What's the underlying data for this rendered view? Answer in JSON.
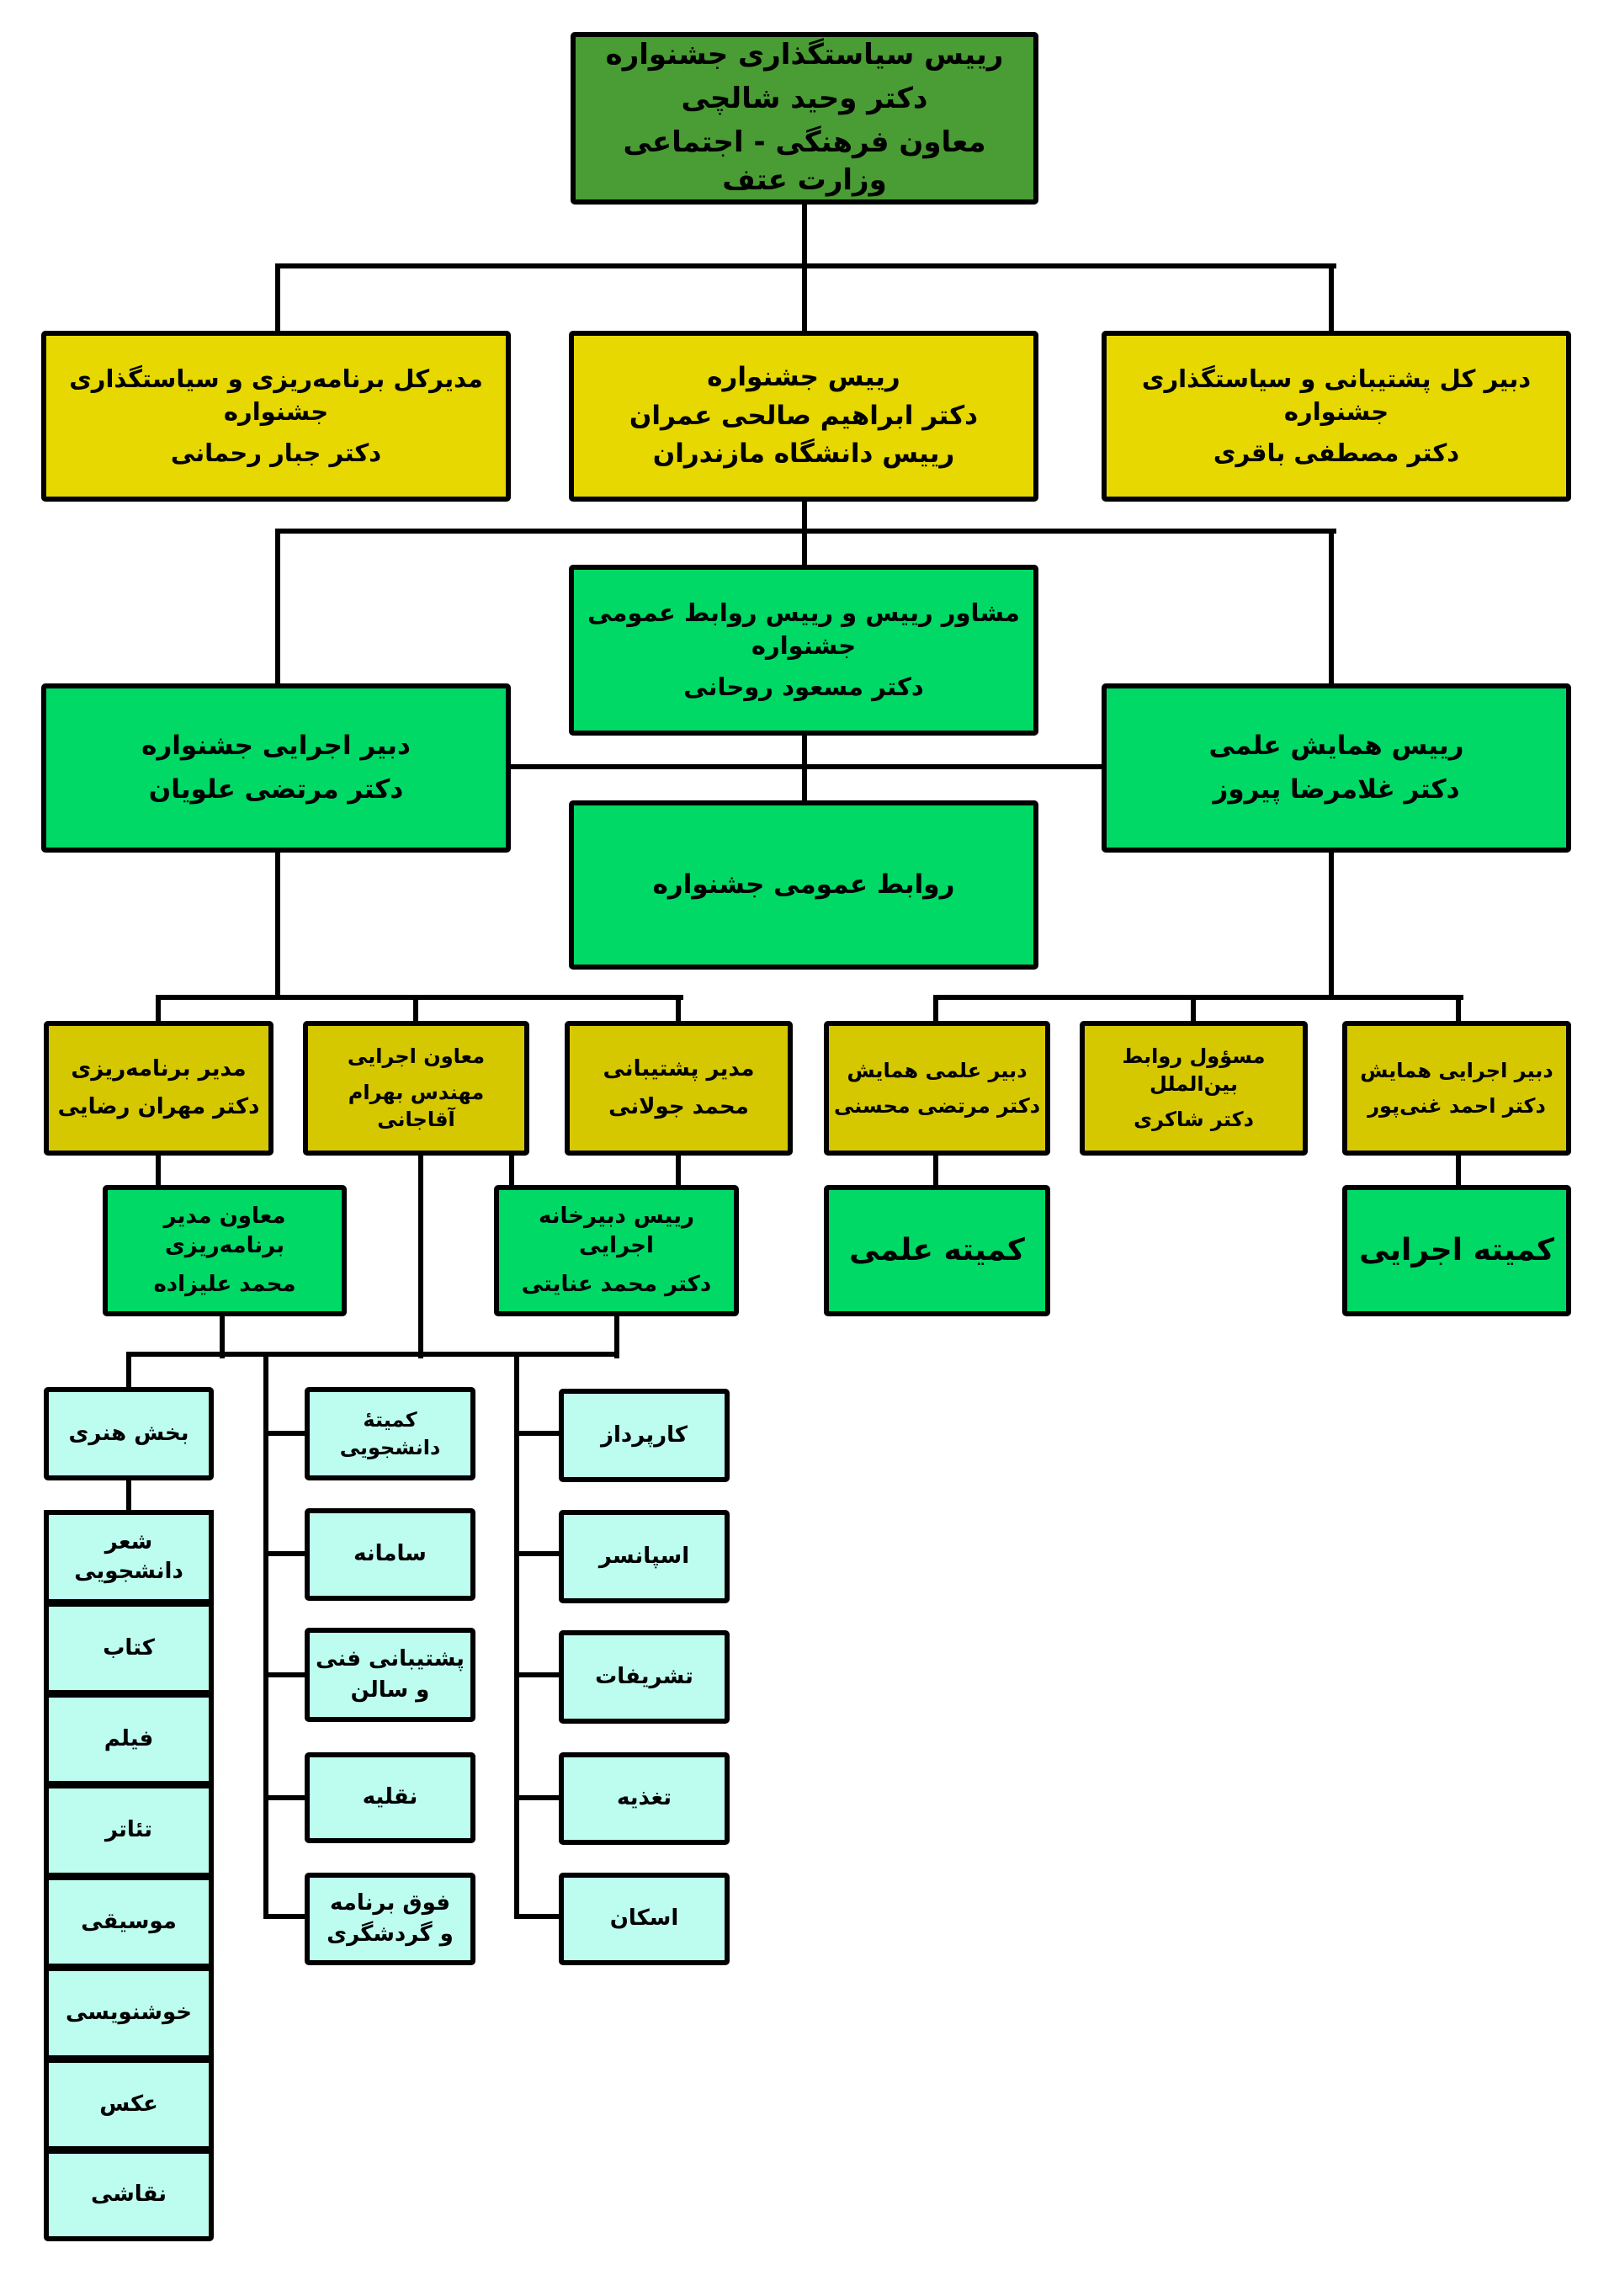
{
  "top": {
    "lines": [
      "رییس سیاستگذاری جشنواره",
      "دکتر وحید شالچی",
      "معاون فرهنگی - اجتماعی وزارت عتف"
    ]
  },
  "level2": {
    "left": {
      "lines": [
        "مدیرکل برنامه‌ریزی و سیاستگذاری جشنواره",
        "دکتر جبار رحمانی"
      ]
    },
    "center": {
      "lines": [
        "رییس جشنواره",
        "دکتر ابراهیم صالحی عمران",
        "رییس دانشگاه مازندران"
      ]
    },
    "right": {
      "lines": [
        "دبیر کل پشتیبانی و سیاستگذاری جشنواره",
        "دکتر مصطفی باقری"
      ]
    }
  },
  "level3": {
    "advisor": {
      "lines": [
        "مشاور رییس و رییس روابط عمومی جشنواره",
        "دکتر مسعود روحانی"
      ]
    },
    "exec_secretary": {
      "lines": [
        "دبیر اجرایی جشنواره",
        "دکتر مرتضی علویان"
      ]
    },
    "conference_head": {
      "lines": [
        "رییس همایش علمی",
        "دکتر غلامرضا پیروز"
      ]
    },
    "public_relations": {
      "lines": [
        "روابط عمومی جشنواره"
      ]
    }
  },
  "level4": [
    {
      "lines": [
        "مدیر برنامه‌ریزی",
        "دکتر مهران رضایی"
      ]
    },
    {
      "lines": [
        "معاون اجرایی",
        "مهندس بهرام آقاجانی"
      ]
    },
    {
      "lines": [
        "مدیر پشتیبانی",
        "محمد جولانی"
      ]
    },
    {
      "lines": [
        "دبیر علمی همایش",
        "دکتر مرتضی محسنی"
      ]
    },
    {
      "lines": [
        "مسؤول روابط بین‌الملل",
        "دکتر شاکری"
      ]
    },
    {
      "lines": [
        "دبیر اجرایی همایش",
        "دکتر احمد غنی‌پور"
      ]
    }
  ],
  "level5": [
    {
      "lines": [
        "معاون مدیر برنامه‌ریزی",
        "محمد علیزاده"
      ]
    },
    {
      "lines": [
        "رییس دبیرخانه اجرایی",
        "دکتر محمد عنایتی"
      ]
    },
    {
      "lines": [
        "کمیته علمی"
      ]
    },
    {
      "lines": [
        "کمیته اجرایی"
      ]
    }
  ],
  "art_section": {
    "title": "بخش هنری",
    "items": [
      "شعر دانشجویی",
      "کتاب",
      "فیلم",
      "تئاتر",
      "موسیقی",
      "خوشنویسی",
      "عکس",
      "نقاشی"
    ]
  },
  "column_middle": [
    [
      "کمیتهٔ دانشجویی"
    ],
    [
      "سامانه"
    ],
    [
      "پشتیبانی فنی",
      "و سالن"
    ],
    [
      "نقلیه"
    ],
    [
      "فوق برنامه",
      "و گردشگری"
    ]
  ],
  "column_right": [
    "کارپرداز",
    "اسپانسر",
    "تشریفات",
    "تغذیه",
    "اسکان"
  ],
  "colors": {
    "top": "#4a9c34",
    "yellow": "#e6d800",
    "green": "#00d966",
    "small_yellow": "#d6c800",
    "cyan": "#bdfdf0"
  }
}
